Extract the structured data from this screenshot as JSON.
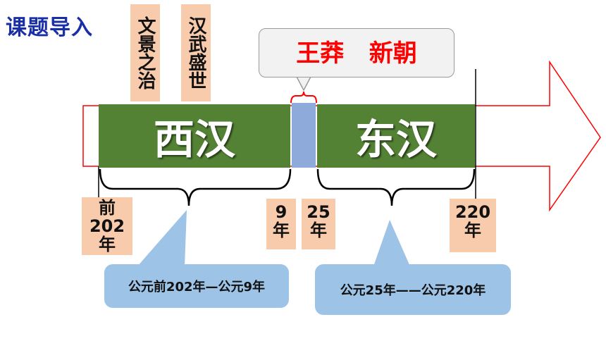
{
  "title": "课题导入",
  "top_labels": [
    {
      "id": "wenjing",
      "text": "文景之治"
    },
    {
      "id": "hanwu",
      "text": "汉武盛世"
    }
  ],
  "callout": {
    "text": "王莽   新朝"
  },
  "dynasties": [
    {
      "id": "xihan",
      "text": "西汉"
    },
    {
      "id": "donghan",
      "text": "东汉"
    }
  ],
  "years": [
    {
      "id": "bc202",
      "lines": [
        "前",
        "202",
        "年"
      ]
    },
    {
      "id": "ad9",
      "lines": [
        "9",
        "年"
      ]
    },
    {
      "id": "ad25",
      "lines": [
        "25",
        "年"
      ]
    },
    {
      "id": "ad220",
      "lines": [
        "220",
        "年"
      ]
    }
  ],
  "periods": [
    {
      "id": "xihan-range",
      "text": "公元前202年—公元9年"
    },
    {
      "id": "donghan-range",
      "text": "公元25年——公元220年"
    }
  ],
  "colors": {
    "title": "#1a2ea8",
    "dynasty_bar": "#548235",
    "xinchao_bar": "#8eaadb",
    "label_bg": "#f8cbad",
    "note_bg": "#9dc3e6",
    "callout_text": "#ff0000",
    "arrow": "#ff0000"
  }
}
